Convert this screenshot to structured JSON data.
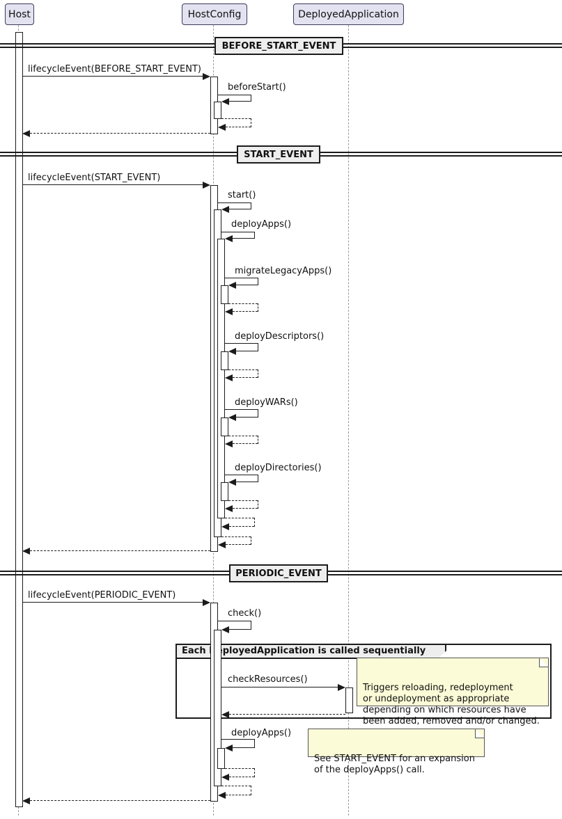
{
  "participants": [
    {
      "label": "Host"
    },
    {
      "label": "HostConfig"
    },
    {
      "label": "DeployedApplication"
    }
  ],
  "dividers": [
    {
      "label": "BEFORE_START_EVENT"
    },
    {
      "label": "START_EVENT"
    },
    {
      "label": "PERIODIC_EVENT"
    }
  ],
  "messages": {
    "lifecycle_before": "lifecycleEvent(BEFORE_START_EVENT)",
    "before_start": "beforeStart()",
    "lifecycle_start": "lifecycleEvent(START_EVENT)",
    "start": "start()",
    "deploy_apps": "deployApps()",
    "migrate_legacy_apps": "migrateLegacyApps()",
    "deploy_descriptors": "deployDescriptors()",
    "deploy_wars": "deployWARs()",
    "deploy_directories": "deployDirectories()",
    "lifecycle_periodic": "lifecycleEvent(PERIODIC_EVENT)",
    "check": "check()",
    "check_resources": "checkResources()",
    "deploy_apps_periodic": "deployApps()"
  },
  "group": {
    "label": "Each DeployedApplication is called sequentially"
  },
  "notes": {
    "check_resources": "Triggers reloading, redeployment\nor undeployment as appropriate\ndepending on which resources have\nbeen added, removed and/or changed.",
    "deploy_apps": "See START_EVENT for an expansion\nof the deployApps() call."
  },
  "colors": {
    "participant_fill": "#E2E2F0",
    "divider_fill": "#EEEEEE",
    "note_fill": "#FBFBD7",
    "line": "#1b1b1b",
    "lifeline": "#999999"
  }
}
